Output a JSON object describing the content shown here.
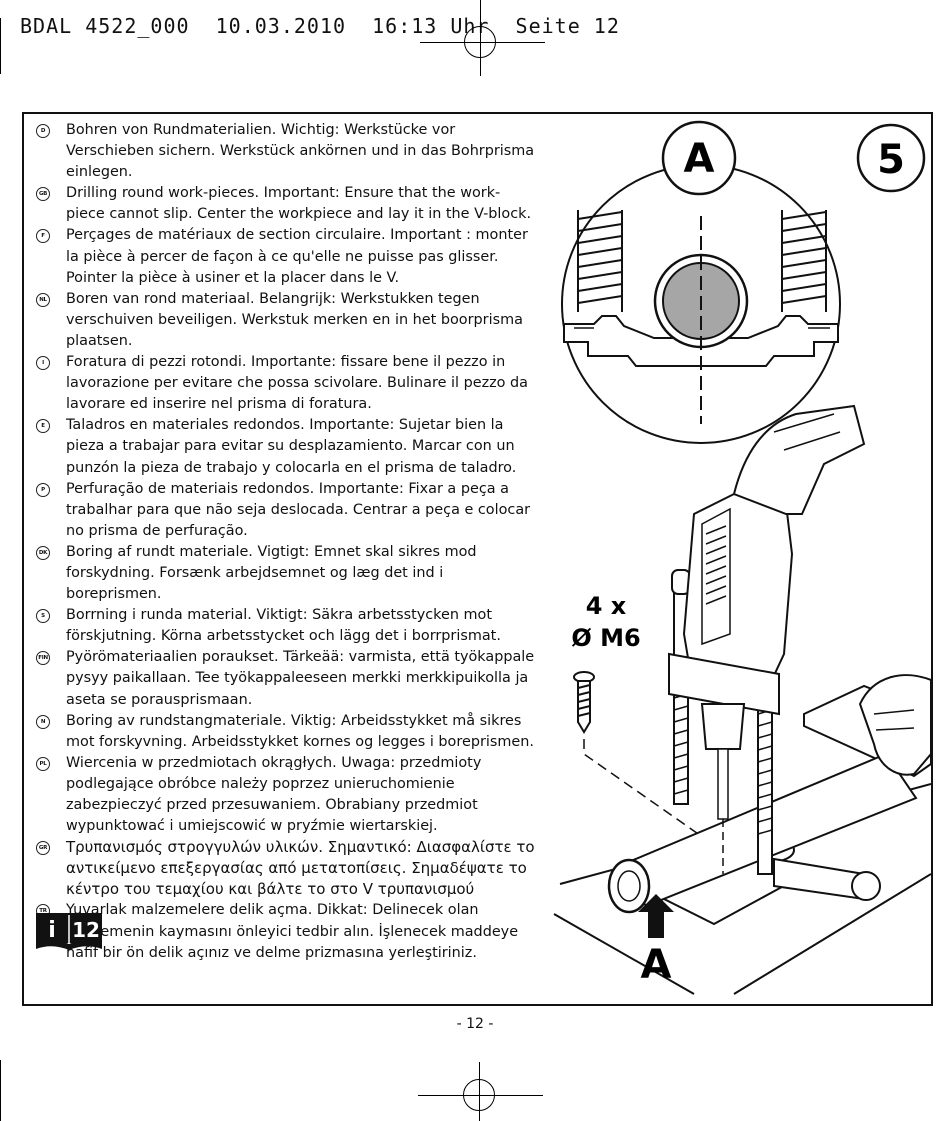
{
  "header": {
    "line": "BDAL 4522_000  10.03.2010  16:13 Uhr  Seite 12"
  },
  "entries": [
    {
      "code": "D",
      "text": "Bohren von Rundmaterialien. Wichtig: Werkstücke vor Verschieben sichern. Werkstück ankörnen und in das Bohrprisma einlegen."
    },
    {
      "code": "GB",
      "text": "Drilling round work-pieces. Important: Ensure that the work-piece cannot slip. Center the workpiece and lay it in the V-block."
    },
    {
      "code": "F",
      "text": "Perçages de matériaux de section circulaire. Important : monter la pièce à percer de façon à ce qu'elle ne puisse pas glisser. Pointer la pièce à usiner et la placer dans le V."
    },
    {
      "code": "NL",
      "text": "Boren van rond materiaal. Belangrijk: Werkstukken tegen verschuiven beveiligen. Werkstuk merken en in het boorprisma plaatsen."
    },
    {
      "code": "I",
      "text": "Foratura di pezzi rotondi. Importante: fissare bene il pezzo in lavorazione per evitare che possa scivolare. Bulinare il pezzo da lavorare ed inserire nel prisma di foratura."
    },
    {
      "code": "E",
      "text": "Taladros en materiales redondos. Importante: Sujetar bien la pieza a trabajar para evitar su desplazamiento. Marcar con un punzón la pieza de trabajo y colocarla en el prisma de taladro."
    },
    {
      "code": "P",
      "text": "Perfuração de materiais redondos. Importante: Fixar a peça a trabalhar para que não seja deslocada. Centrar a peça e colocar no prisma de perfuração."
    },
    {
      "code": "DK",
      "text": "Boring af rundt materiale. Vigtigt: Emnet skal sikres mod forskydning. Forsænk arbejdsemnet og læg det ind i boreprismen."
    },
    {
      "code": "S",
      "text": "Borrning i runda material. Viktigt: Säkra arbetsstycken mot förskjutning. Körna arbetsstycket och lägg det i borrprismat."
    },
    {
      "code": "FIN",
      "text": "Pyörömateriaalien poraukset. Tärkeää: varmista, että työkappale pysyy paikallaan. Tee työkappaleeseen merkki merkkipuikolla ja aseta se porausprismaan."
    },
    {
      "code": "N",
      "text": "Boring av rundstangmateriale. Viktig: Arbeidsstykket må sikres mot forskyvning. Arbeidsstykket kornes og legges i boreprismen."
    },
    {
      "code": "PL",
      "text": "Wiercenia w przedmiotach okrągłych. Uwaga: przedmioty podlegające obróbce należy poprzez unieruchomienie zabezpieczyć przed przesuwaniem. Obrabiany przedmiot wypunktować i umiejscowić w pryźmie wiertarskiej."
    },
    {
      "code": "GR",
      "text": "Τρυπανισμός στρογγυλών υλικών. Σημαντικό: Διασφαλίστε το αντικείμενο επεξεργασίας από μετατοπίσεις. Σημαδέψατε το κέντρο του τεμαχίου και βάλτε το στο V τρυπανισμού"
    },
    {
      "code": "TR",
      "text": "Yuvarlak malzemelere delik açma. Dikkat: Delinecek olan malzemenin kaymasını önleyici tedbir alın. İşlenecek maddeye hafif bir ön delik açınız ve delme prizmasına yerleştiriniz."
    }
  ],
  "info_badge": {
    "letter": "i",
    "number": "12"
  },
  "figure": {
    "detail_label": "A",
    "step_number": "5",
    "screw_count": "4 x",
    "screw_size": "Ø M6",
    "arrow_label": "A"
  },
  "page_number": "- 12 -"
}
